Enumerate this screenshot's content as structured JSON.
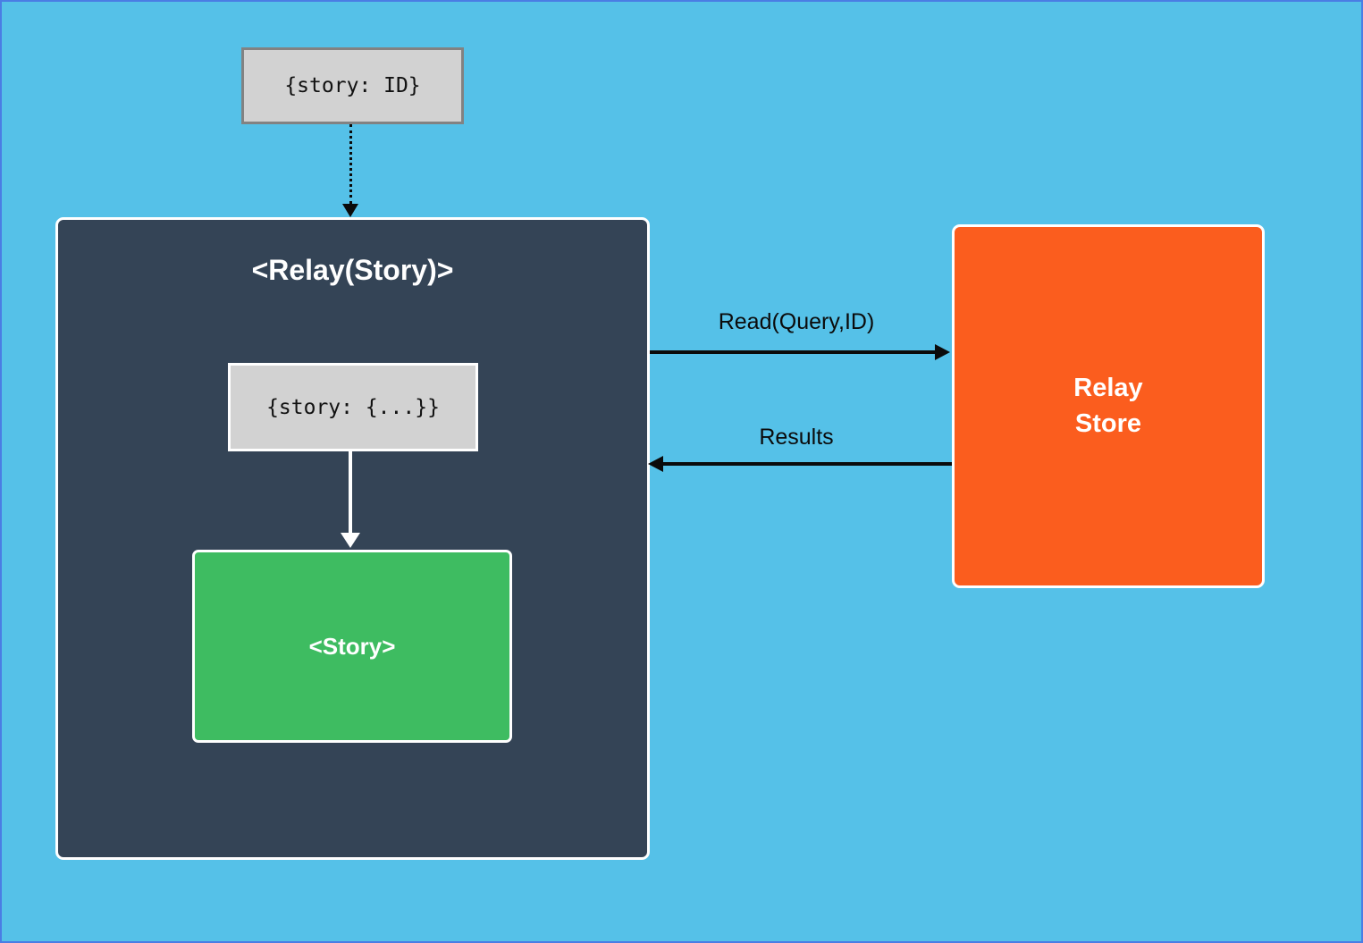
{
  "canvas": {
    "background_color": "#55C1E8",
    "frame_border_color": "#4A7DE4"
  },
  "nodes": {
    "props_input": {
      "label": "{story: ID}",
      "fill": "#D2D2D2",
      "border_color": "#828282",
      "text_color": "#111111"
    },
    "relay_container": {
      "title": "<Relay(Story)>",
      "fill": "#344456",
      "border_color": "#FFFFFF",
      "title_color": "#FFFFFF"
    },
    "props_resolved": {
      "label": "{story: {...}}",
      "fill": "#D2D2D2",
      "border_color": "#FFFFFF",
      "text_color": "#111111"
    },
    "story": {
      "label": "<Story>",
      "fill": "#3EBC61",
      "border_color": "#FFFFFF",
      "text_color": "#FFFFFF"
    },
    "relay_store": {
      "line1": "Relay",
      "line2": "Store",
      "fill": "#FB5D1E",
      "border_color": "#FFFFFF",
      "text_color": "#FFFFFF"
    }
  },
  "edges": {
    "props_to_relay": {
      "style": "dotted",
      "color": "#0B0B0B",
      "direction": "down"
    },
    "resolved_to_story": {
      "style": "solid",
      "color": "#FFFFFF",
      "direction": "down"
    },
    "read": {
      "label": "Read(Query,ID)",
      "color": "#0B0B0B",
      "direction": "right"
    },
    "results": {
      "label": "Results",
      "color": "#0B0B0B",
      "direction": "left"
    }
  }
}
